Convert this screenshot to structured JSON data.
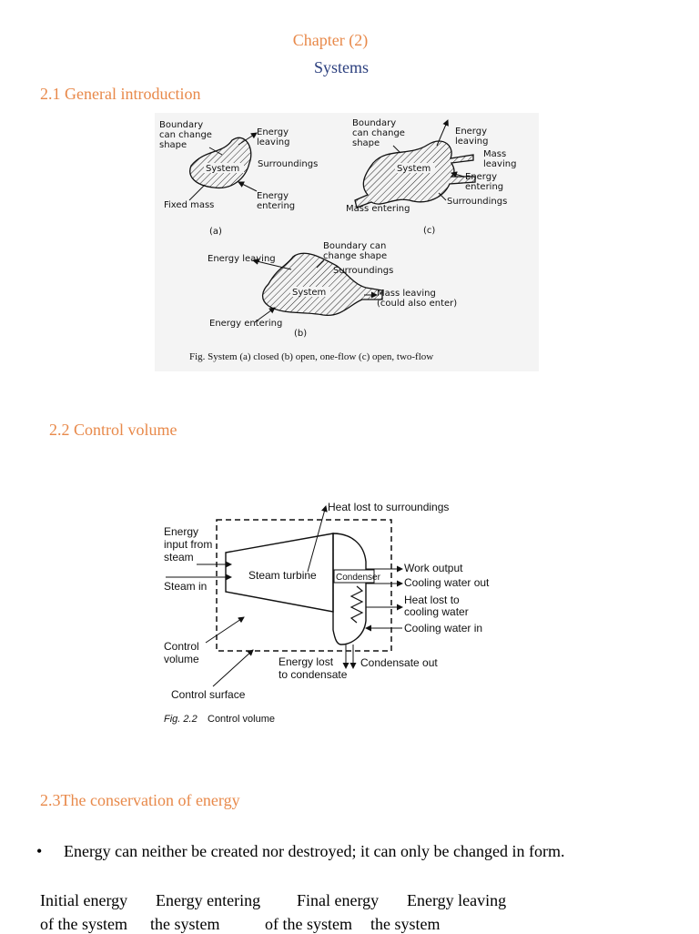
{
  "chapter_title": "Chapter (2)",
  "chapter_subtitle": "Systems",
  "sections": [
    {
      "heading": "2.1 General introduction"
    },
    {
      "heading": "2.2 Control volume"
    },
    {
      "heading": "2.3The conservation of energy"
    }
  ],
  "figure1": {
    "a": {
      "boundary": [
        "Boundary",
        "can change",
        "shape"
      ],
      "energy_leaving": [
        "Energy",
        "leaving"
      ],
      "system": "System",
      "surroundings": "Surroundings",
      "fixed_mass": "Fixed mass",
      "energy_entering": [
        "Energy",
        "entering"
      ],
      "tag": "(a)"
    },
    "c": {
      "boundary": [
        "Boundary",
        "can change",
        "shape"
      ],
      "energy_leaving": [
        "Energy",
        "leaving"
      ],
      "mass_leaving": [
        "Mass",
        "leaving"
      ],
      "energy_entering": [
        "Energy",
        "entering"
      ],
      "system": "System",
      "surroundings": "Surroundings",
      "mass_entering": "Mass entering",
      "tag": "(c)"
    },
    "b": {
      "boundary": [
        "Boundary can",
        "change shape"
      ],
      "energy_leaving": "Energy leaving",
      "surroundings": "Surroundings",
      "system": "System",
      "mass_leaving": [
        "Mass leaving",
        "(could also enter)"
      ],
      "energy_entering": "Energy entering",
      "tag": "(b)"
    },
    "caption": "Fig. System (a) closed (b) open, one-flow (c) open, two-flow"
  },
  "figure2": {
    "heat_lost_surroundings": "Heat lost to surroundings",
    "energy_input": [
      "Energy",
      "input from",
      "steam"
    ],
    "steam_in": "Steam in",
    "steam_turbine": "Steam turbine",
    "condenser": "Condenser",
    "work_output": "Work output",
    "cooling_water_out": "Cooling water out",
    "heat_lost_cooling": [
      "Heat lost to",
      "cooling water"
    ],
    "cooling_water_in": "Cooling water in",
    "control_volume": [
      "Control",
      "volume"
    ],
    "energy_lost": [
      "Energy lost",
      "to condensate"
    ],
    "condensate_out": "Condensate out",
    "control_surface": "Control surface",
    "caption_num": "Fig. 2.2",
    "caption_text": "Control volume"
  },
  "bullet_text": "Energy can neither be created nor destroyed; it can only be changed in form.",
  "bullet_symbol": "•",
  "energy_table": {
    "line1": [
      "Initial energy",
      "Energy entering",
      "Final energy",
      "Energy leaving"
    ],
    "line2": [
      "of the system",
      "the system",
      "of the system",
      "the system"
    ]
  },
  "colors": {
    "heading": "#e8894a",
    "subtitle": "#2b3f7e"
  }
}
